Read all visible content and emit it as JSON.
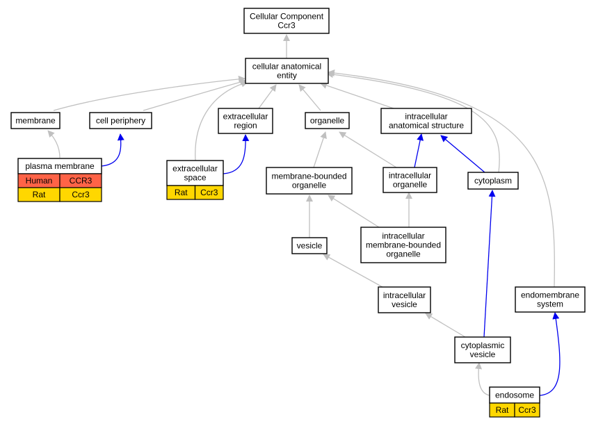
{
  "nodes": {
    "root": [
      "Cellular Component",
      "Ccr3"
    ],
    "cae": [
      "cellular anatomical",
      "entity"
    ],
    "membrane": [
      "membrane"
    ],
    "cellperiphery": [
      "cell periphery"
    ],
    "extracellularregion": [
      "extracellular",
      "region"
    ],
    "organelle": [
      "organelle"
    ],
    "ias": [
      "intracellular",
      "anatomical structure"
    ],
    "plasmamembrane": [
      "plasma membrane"
    ],
    "extracellularspace": [
      "extracellular",
      "space"
    ],
    "mbo": [
      "membrane-bounded",
      "organelle"
    ],
    "io": [
      "intracellular",
      "organelle"
    ],
    "cytoplasm": [
      "cytoplasm"
    ],
    "vesicle": [
      "vesicle"
    ],
    "imbo": [
      "intracellular",
      "membrane-bounded",
      "organelle"
    ],
    "iv": [
      "intracellular",
      "vesicle"
    ],
    "endomembrane": [
      "endomembrane",
      "system"
    ],
    "cv": [
      "cytoplasmic",
      "vesicle"
    ],
    "endosome": [
      "endosome"
    ]
  },
  "annotations": {
    "plasmamembrane": [
      [
        "Human",
        "CCR3"
      ],
      [
        "Rat",
        "Ccr3"
      ]
    ],
    "extracellularspace": [
      [
        "Rat",
        "Ccr3"
      ]
    ],
    "endosome": [
      [
        "Rat",
        "Ccr3"
      ]
    ]
  },
  "colors": {
    "is_a_edge": "#c0c0c0",
    "part_of_edge": "#0000ee",
    "human_row": "#ff6347",
    "rat_row": "#ffd700"
  }
}
